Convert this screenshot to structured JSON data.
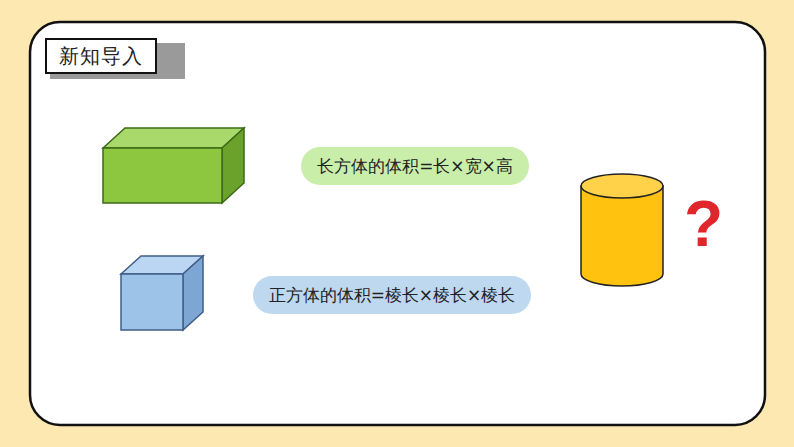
{
  "diagram": {
    "title": "新知导入",
    "nodes": [
      {
        "text": [
          "长方体的体积=长×宽×高"
        ]
      },
      {
        "text": [
          "正方体的体积=棱长×棱长×棱长"
        ]
      }
    ],
    "labels": [
      "?"
    ]
  }
}
